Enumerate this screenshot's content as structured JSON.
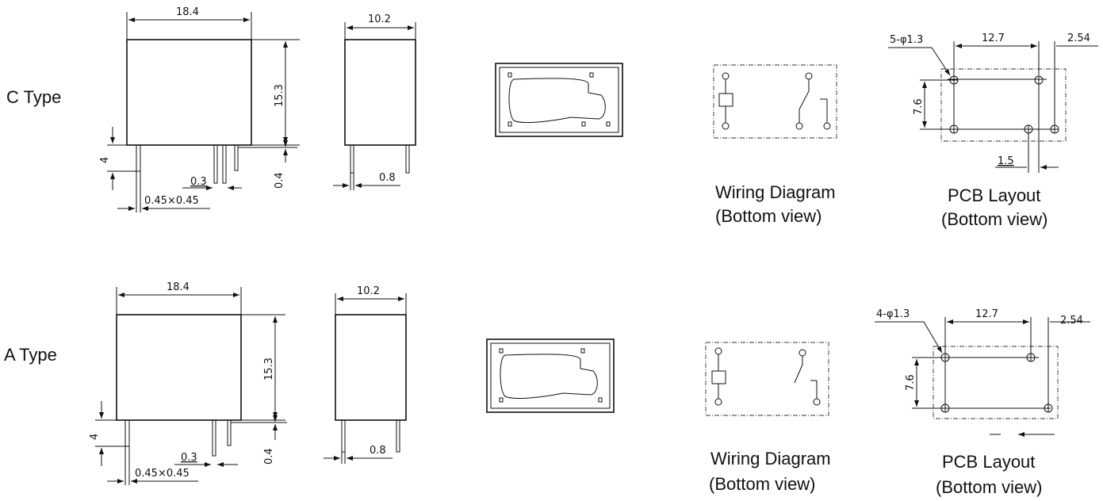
{
  "rows": [
    {
      "type_label": "C Type",
      "front": {
        "width": "18.4",
        "height": "15.3",
        "pin_offset": "4",
        "pin_gap": "0.3",
        "pin_section": "0.45×0.45",
        "standoff": "0.4"
      },
      "side": {
        "width": "10.2",
        "pin_offset": "0.8"
      },
      "wiring": {
        "title": "Wiring Diagram",
        "subtitle": "(Bottom view)"
      },
      "pcb": {
        "holes": "5-φ1.3",
        "pitch_x": "12.7",
        "pitch_small": "2.54",
        "pitch_y": "7.6",
        "offset": "1.5",
        "title": "PCB Layout",
        "subtitle": "(Bottom view)"
      }
    },
    {
      "type_label": "A Type",
      "front": {
        "width": "18.4",
        "height": "15.3",
        "pin_offset": "4",
        "pin_gap": "0.3",
        "pin_section": "0.45×0.45",
        "standoff": "0.4"
      },
      "side": {
        "width": "10.2",
        "pin_offset": "0.8"
      },
      "wiring": {
        "title": "Wiring Diagram",
        "subtitle": "(Bottom view)"
      },
      "pcb": {
        "holes": "4-φ1.3",
        "pitch_x": "12.7",
        "pitch_small": "2.54",
        "pitch_y": "7.6",
        "title": "PCB Layout",
        "subtitle": "(Bottom view)"
      }
    }
  ]
}
